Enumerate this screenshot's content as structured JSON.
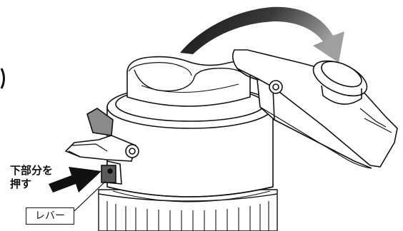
{
  "labels": {
    "press_lower_part_line1": "下部分を",
    "press_lower_part_line2": "押す",
    "lever": "レバー"
  },
  "colors": {
    "outline": "#111111",
    "rotation_arrow_start": "#111111",
    "rotation_arrow_end": "#9a9a9a",
    "press_arrow": "#111111",
    "body_fill": "#ffffff"
  }
}
